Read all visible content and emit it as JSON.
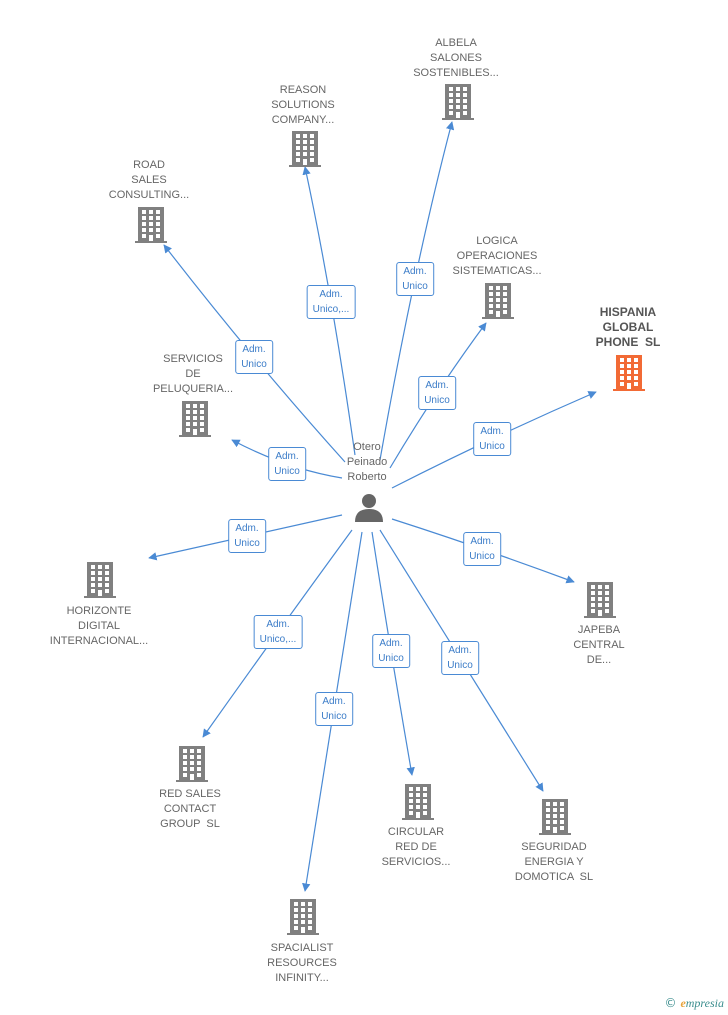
{
  "person": {
    "name_lines": [
      "Otero",
      "Peinado",
      "Roberto"
    ],
    "icon": "person-icon"
  },
  "companies": [
    {
      "id": "albela",
      "lines": [
        "ALBELA",
        "SALONES",
        "SOSTENIBLES..."
      ],
      "icon": "building-icon",
      "highlight": false
    },
    {
      "id": "reason",
      "lines": [
        "REASON",
        "SOLUTIONS",
        "COMPANY..."
      ],
      "icon": "building-icon",
      "highlight": false
    },
    {
      "id": "road-sales",
      "lines": [
        "ROAD",
        "SALES",
        "CONSULTING..."
      ],
      "icon": "building-icon",
      "highlight": false
    },
    {
      "id": "logica",
      "lines": [
        "LOGICA",
        "OPERACIONES",
        "SISTEMATICAS..."
      ],
      "icon": "building-icon",
      "highlight": false
    },
    {
      "id": "hispania",
      "lines": [
        "HISPANIA",
        "GLOBAL",
        "PHONE  SL"
      ],
      "icon": "building-icon",
      "highlight": true
    },
    {
      "id": "peluqueria",
      "lines": [
        "SERVICIOS",
        "DE",
        "PELUQUERIA..."
      ],
      "icon": "building-icon",
      "highlight": false
    },
    {
      "id": "horizonte",
      "lines": [
        "HORIZONTE",
        "DIGITAL",
        "INTERNACIONAL..."
      ],
      "icon": "building-icon",
      "highlight": false
    },
    {
      "id": "japeba",
      "lines": [
        "JAPEBA",
        "CENTRAL",
        "DE..."
      ],
      "icon": "building-icon",
      "highlight": false
    },
    {
      "id": "red-sales",
      "lines": [
        "RED SALES",
        "CONTACT",
        "GROUP  SL"
      ],
      "icon": "building-icon",
      "highlight": false
    },
    {
      "id": "circular",
      "lines": [
        "CIRCULAR",
        "RED DE",
        "SERVICIOS..."
      ],
      "icon": "building-icon",
      "highlight": false
    },
    {
      "id": "seguridad",
      "lines": [
        "SEGURIDAD",
        "ENERGIA Y",
        "DOMOTICA  SL"
      ],
      "icon": "building-icon",
      "highlight": false
    },
    {
      "id": "spacialist",
      "lines": [
        "SPACIALIST",
        "RESOURCES",
        "INFINITY..."
      ],
      "icon": "building-icon",
      "highlight": false
    }
  ],
  "relations": [
    {
      "to": "albela",
      "label": "Adm.\nUnico"
    },
    {
      "to": "reason",
      "label": "Adm.\nUnico,..."
    },
    {
      "to": "road-sales",
      "label": "Adm.\nUnico"
    },
    {
      "to": "logica",
      "label": "Adm.\nUnico"
    },
    {
      "to": "hispania",
      "label": "Adm.\nUnico"
    },
    {
      "to": "peluqueria",
      "label": "Adm.\nUnico"
    },
    {
      "to": "horizonte",
      "label": "Adm.\nUnico"
    },
    {
      "to": "japeba",
      "label": "Adm.\nUnico"
    },
    {
      "to": "red-sales",
      "label": "Adm.\nUnico,..."
    },
    {
      "to": "circular",
      "label": "Adm.\nUnico"
    },
    {
      "to": "seguridad",
      "label": "Adm.\nUnico"
    },
    {
      "to": "spacialist",
      "label": "Adm.\nUnico"
    }
  ],
  "colors": {
    "edge": "#4a8ad4",
    "building": "#808080",
    "building_highlight": "#f26a35",
    "person": "#666666"
  },
  "footer": {
    "copyright": "©",
    "brand": "mpresia",
    "brand_initial": "e"
  }
}
